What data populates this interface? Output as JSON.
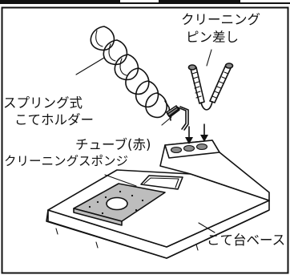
{
  "diagram": {
    "labels": {
      "spring_holder_line1": "スプリング式",
      "spring_holder_line2": "こてホルダー",
      "cleaning_pin_line1": "クリーニング",
      "cleaning_pin_line2": "ピン差し",
      "tube": "チューブ(赤)",
      "sponge": "クリーニングスポンジ",
      "base": "こて台ベース"
    },
    "colors": {
      "ink": "#111111",
      "panel_fill": "#ffffff",
      "sponge_fill": "#bdbdbd",
      "shade_fill": "#8a8a8a"
    }
  }
}
